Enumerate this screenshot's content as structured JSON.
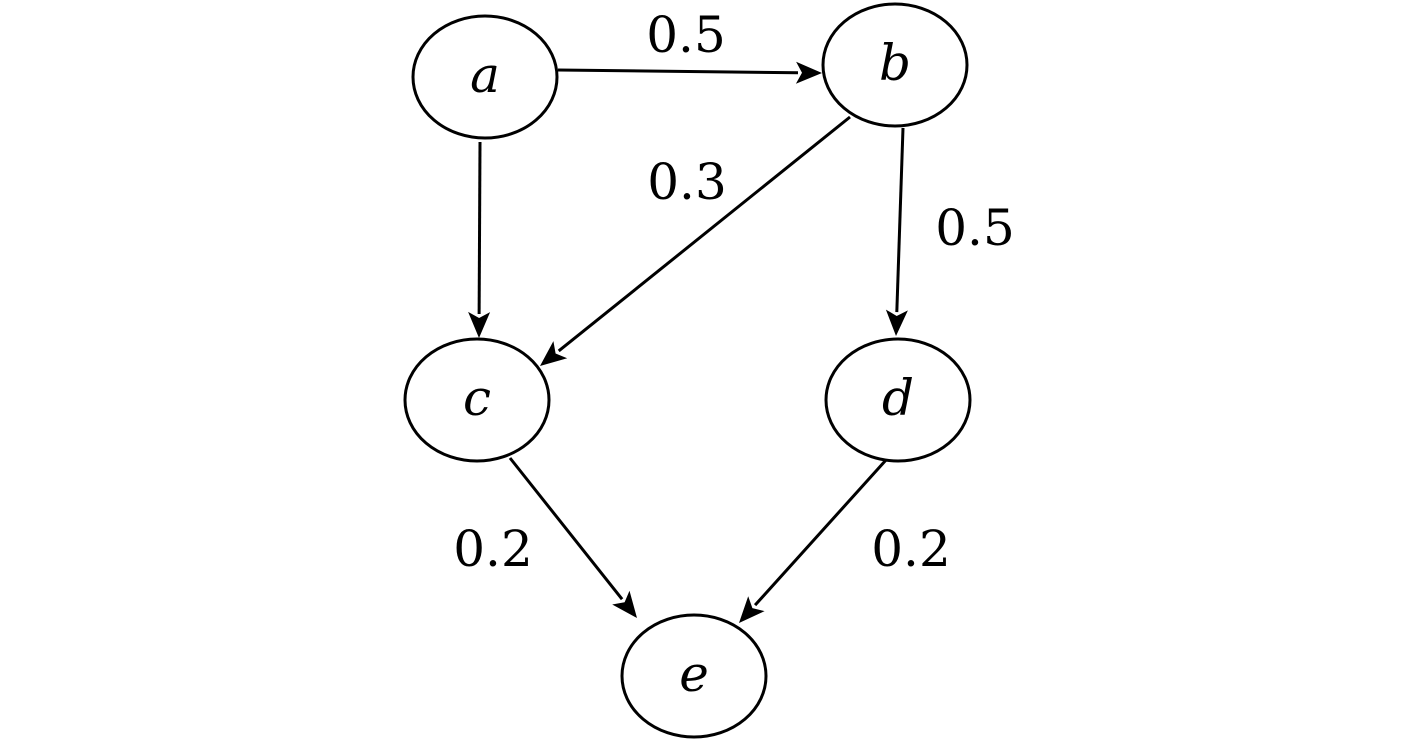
{
  "graph": {
    "nodes": [
      {
        "id": "a",
        "label": "a"
      },
      {
        "id": "b",
        "label": "b"
      },
      {
        "id": "c",
        "label": "c"
      },
      {
        "id": "d",
        "label": "d"
      },
      {
        "id": "e",
        "label": "e"
      }
    ],
    "edges": [
      {
        "from": "a",
        "to": "b",
        "label": "0.5"
      },
      {
        "from": "a",
        "to": "c",
        "label": ""
      },
      {
        "from": "b",
        "to": "c",
        "label": "0.3"
      },
      {
        "from": "b",
        "to": "d",
        "label": "0.5"
      },
      {
        "from": "c",
        "to": "e",
        "label": "0.2"
      },
      {
        "from": "d",
        "to": "e",
        "label": "0.2"
      }
    ]
  }
}
